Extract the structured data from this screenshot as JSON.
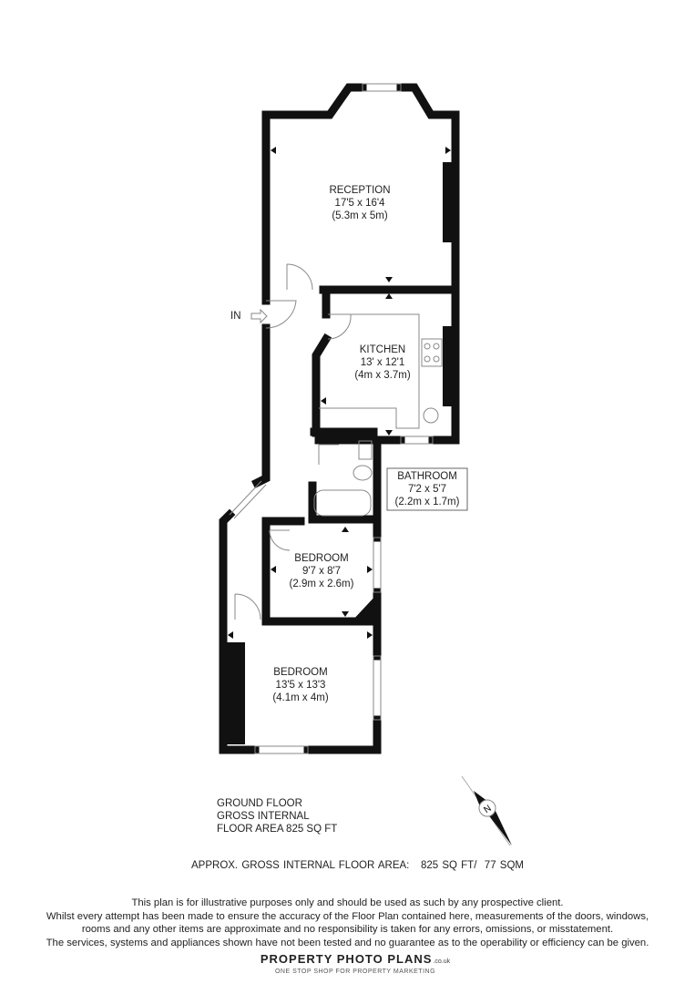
{
  "rooms": [
    {
      "name": "RECEPTION",
      "imperial": "17'5 x 16'4",
      "metric": "(5.3m x 5m)"
    },
    {
      "name": "KITCHEN",
      "imperial": "13' x 12'1",
      "metric": "(4m x 3.7m)"
    },
    {
      "name": "BATHROOM",
      "imperial": "7'2 x 5'7",
      "metric": "(2.2m x 1.7m)"
    },
    {
      "name": "BEDROOM",
      "imperial": "9'7 x 8'7",
      "metric": "(2.9m x 2.6m)"
    },
    {
      "name": "BEDROOM",
      "imperial": "13'5 x 13'3",
      "metric": "(4.1m x 4m)"
    }
  ],
  "entrance_label": "IN",
  "compass_label": "N",
  "floor_info": [
    "GROUND FLOOR",
    "GROSS INTERNAL",
    "FLOOR AREA 825 SQ FT"
  ],
  "approx_area": "APPROX. GROSS INTERNAL FLOOR AREA:   825 SQ FT/  77 SQM",
  "disclaimer": [
    "This plan is for illustrative purposes only and should be used as such by any prospective client.",
    "Whilst every attempt has been made to ensure the accuracy of the Floor Plan contained here, measurements of the doors, windows,",
    "rooms and any other items are approximate and no responsibility is taken for any errors, omissions, or misstatement.",
    "The services, systems and appliances shown have not been tested and no guarantee as to the operability or efficiency can be given."
  ],
  "logo": {
    "name": "PROPERTY PHOTO PLANS",
    "domain": ".co.uk",
    "tagline": "ONE STOP SHOP FOR PROPERTY MARKETING"
  },
  "colors": {
    "wall": "#111111",
    "line": "#888888"
  }
}
